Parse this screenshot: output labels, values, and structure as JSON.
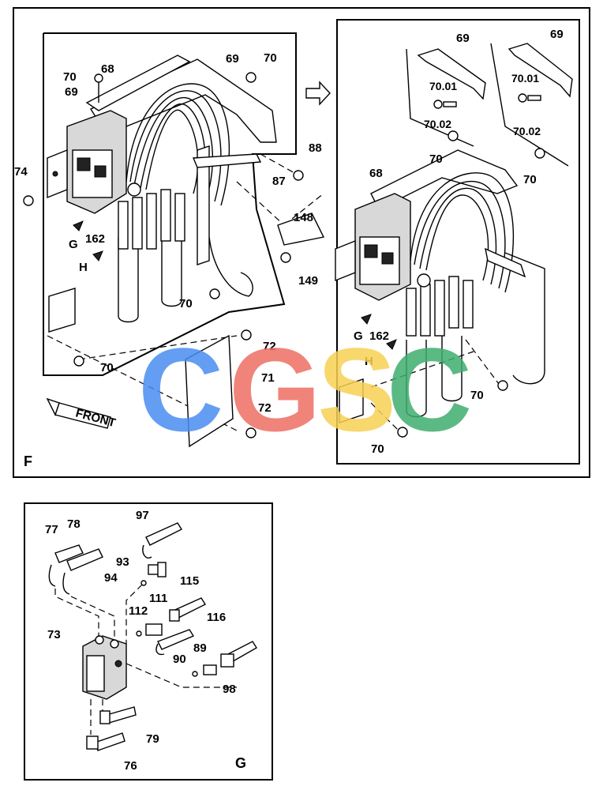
{
  "panels": {
    "f": {
      "letter": "F",
      "left_labels": [
        "70",
        "68",
        "69",
        "69",
        "70",
        "74",
        "162",
        "88",
        "87",
        "148",
        "149",
        "70",
        "72",
        "71",
        "72",
        "70"
      ],
      "right_labels": [
        "69",
        "69",
        "70.01",
        "70.01",
        "70.02",
        "70.02",
        "70",
        "70",
        "68",
        "162",
        "70",
        "70"
      ],
      "view_g": "G",
      "view_h": "H",
      "view_h_right": "H",
      "view_g_right": "G",
      "front_label": "FRONT"
    },
    "g": {
      "letter": "G",
      "labels": [
        "97",
        "77",
        "78",
        "93",
        "94",
        "115",
        "111",
        "112",
        "116",
        "73",
        "89",
        "90",
        "98",
        "79",
        "76"
      ]
    }
  },
  "watermark": {
    "letters": [
      "C",
      "G",
      "S",
      "C"
    ],
    "colors": [
      "#4a8ef0",
      "#ee6f63",
      "#f7d154",
      "#3fae6e"
    ]
  }
}
